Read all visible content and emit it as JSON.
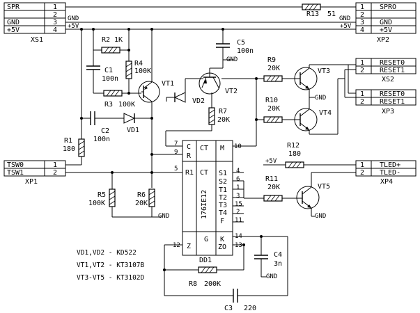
{
  "connectors": {
    "xs1": {
      "ref": "XS1",
      "rows": [
        {
          "name": "SPR",
          "pin": "1"
        },
        {
          "name": "",
          "pin": "2"
        },
        {
          "name": "GND",
          "pin": "3"
        },
        {
          "name": "+5V",
          "pin": "4"
        }
      ]
    },
    "xp2": {
      "ref": "XP2",
      "rows": [
        {
          "pin": "1",
          "name": "SPRO"
        },
        {
          "pin": "2",
          "name": ""
        },
        {
          "pin": "3",
          "name": "GND"
        },
        {
          "pin": "4",
          "name": "+5V"
        }
      ]
    },
    "xs2": {
      "ref": "XS2",
      "rows": [
        {
          "pin": "1",
          "name": "RESET0"
        },
        {
          "pin": "2",
          "name": "RESET1"
        }
      ]
    },
    "xp3": {
      "ref": "XP3",
      "rows": [
        {
          "pin": "1",
          "name": "RESET0"
        },
        {
          "pin": "2",
          "name": "RESET1"
        }
      ]
    },
    "xp1": {
      "ref": "XP1",
      "rows": [
        {
          "name": "TSW0",
          "pin": "1"
        },
        {
          "name": "TSW1",
          "pin": "2"
        }
      ]
    },
    "xp4": {
      "ref": "XP4",
      "rows": [
        {
          "pin": "1",
          "name": "TLED+"
        },
        {
          "pin": "2",
          "name": "TLED-"
        }
      ]
    }
  },
  "components": {
    "r1": {
      "ref": "R1",
      "value": "180"
    },
    "r2": {
      "ref": "R2",
      "value": "1K"
    },
    "r3": {
      "ref": "R3",
      "value": "100K"
    },
    "r4": {
      "ref": "R4",
      "value": "100K"
    },
    "r5": {
      "ref": "R5",
      "value": "100K"
    },
    "r6": {
      "ref": "R6",
      "value": "20K"
    },
    "r7": {
      "ref": "R7",
      "value": "20K"
    },
    "r8": {
      "ref": "R8",
      "value": "200K"
    },
    "r9": {
      "ref": "R9",
      "value": "20K"
    },
    "r10": {
      "ref": "R10",
      "value": "20K"
    },
    "r11": {
      "ref": "R11",
      "value": "20K"
    },
    "r12": {
      "ref": "R12",
      "value": "180"
    },
    "r13": {
      "ref": "R13",
      "value": "51"
    },
    "c1": {
      "ref": "C1",
      "value": "100n"
    },
    "c2": {
      "ref": "C2",
      "value": "100n"
    },
    "c3": {
      "ref": "C3",
      "value": "220"
    },
    "c4": {
      "ref": "C4",
      "value": "3n"
    },
    "c5": {
      "ref": "C5",
      "value": "100n"
    },
    "vd1": {
      "ref": "VD1"
    },
    "vd2": {
      "ref": "VD2"
    },
    "vt1": {
      "ref": "VT1"
    },
    "vt2": {
      "ref": "VT2"
    },
    "vt3": {
      "ref": "VT3"
    },
    "vt4": {
      "ref": "VT4"
    },
    "vt5": {
      "ref": "VT5"
    }
  },
  "ic": {
    "ref": "DD1",
    "part": "176IE12",
    "left_pins": [
      "7",
      "9",
      "5",
      "12"
    ],
    "cells_left": [
      "C",
      "R",
      "R1",
      "Z"
    ],
    "cells_mid": [
      "CT",
      "CT",
      "G"
    ],
    "cells_right": [
      "M",
      "S1",
      "S2",
      "T1",
      "T2",
      "T3",
      "T4",
      "F",
      "K",
      "ZO"
    ],
    "right_pins": [
      "10",
      "4",
      "6",
      "1",
      "3",
      "15",
      "2",
      "11",
      "14",
      "13"
    ]
  },
  "labels": {
    "gnd": "GND",
    "plus5v": "+5V"
  },
  "notes": [
    "VD1,VD2 - KD522",
    "VT1,VT2 - KT3107B",
    "VT3-VT5 - KT3102D"
  ]
}
